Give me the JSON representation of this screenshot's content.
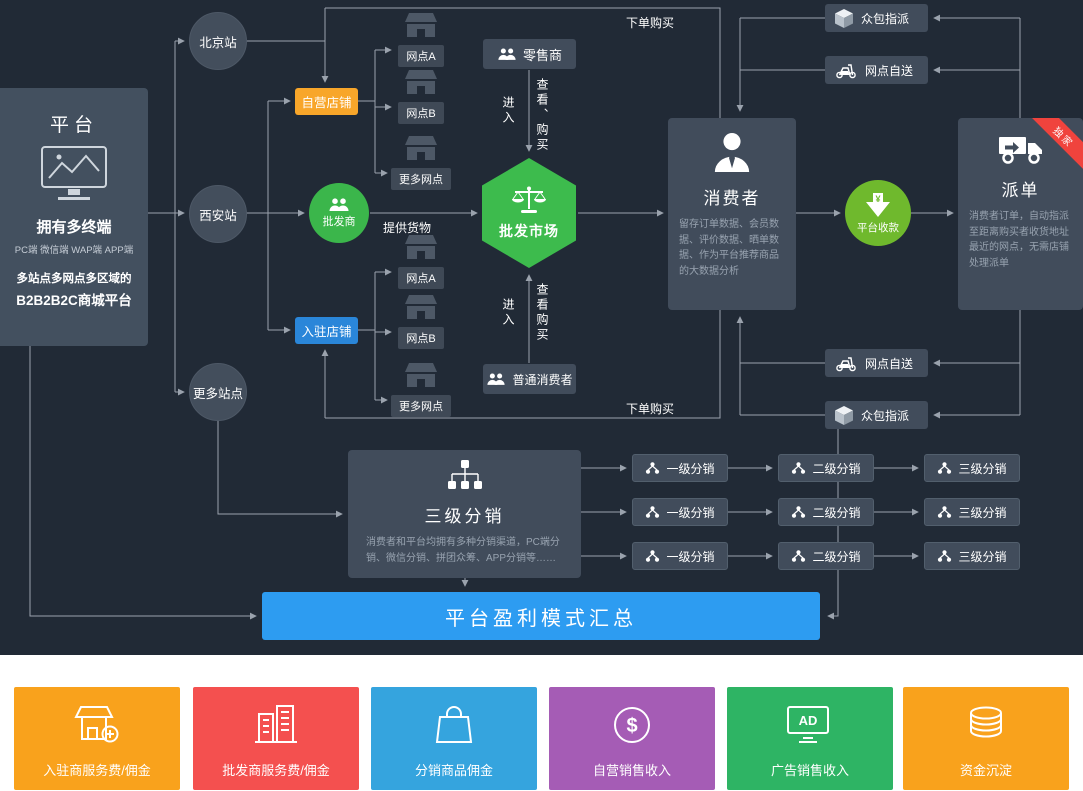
{
  "colors": {
    "bg_dark": "#212a36",
    "box_slate": "#414c5b",
    "orange": "#f8a62a",
    "blue": "#2a86d9",
    "green": "#3bb64b",
    "lime": "#6fb92d",
    "banner_blue": "#2d9cf1",
    "ribbon_red": "#f0433d",
    "line_gray": "#9aa2ad"
  },
  "platform": {
    "title": "平台",
    "subtitle": "拥有多终端",
    "terminals": "PC端 微信端 WAP端 APP端",
    "desc1": "多站点多网点多区域的",
    "desc2": "B2B2B2C商城平台"
  },
  "stations": [
    {
      "label": "北京站"
    },
    {
      "label": "西安站"
    },
    {
      "label": "更多站点"
    }
  ],
  "self_shop": {
    "label": "自营店铺"
  },
  "settled_shop": {
    "label": "入驻店铺"
  },
  "outlets_top": [
    {
      "label": "网点A"
    },
    {
      "label": "网点B"
    },
    {
      "label": "更多网点"
    }
  ],
  "outlets_bottom": [
    {
      "label": "网点A"
    },
    {
      "label": "网点B"
    },
    {
      "label": "更多网点"
    }
  ],
  "wholesaler": {
    "label": "批发商"
  },
  "market": {
    "label": "批发市场"
  },
  "retailer": {
    "label": "零售商"
  },
  "ordinary_consumer": {
    "label": "普通消费者"
  },
  "flow_labels": {
    "supply": "提供货物",
    "order_top": "下单购买",
    "order_bottom": "下单购买",
    "enter_top": "进入",
    "enter_bottom": "进入",
    "view_buy_top": "查看、购买",
    "view_buy_bottom": "查看购买"
  },
  "consumer": {
    "title": "消费者",
    "desc": "留存订单数据、会员数据、评价数据、晒单数据、作为平台推荐商品的大数据分析"
  },
  "collection": {
    "label": "平台收款"
  },
  "dispatch": {
    "title": "派单",
    "ribbon": "独家",
    "desc": "消费者订单，自动指派至距离购买者收货地址最近的网点，无需店铺处理派单"
  },
  "delivery_top": [
    {
      "label": "众包指派"
    },
    {
      "label": "网点自送"
    }
  ],
  "delivery_bottom": [
    {
      "label": "网点自送"
    },
    {
      "label": "众包指派"
    }
  ],
  "distribution": {
    "title": "三级分销",
    "desc": "消费者和平台均拥有多种分销渠道，PC端分销、微信分销、拼团众筹、APP分销等……"
  },
  "chain_rows": [
    {
      "levels": [
        {
          "label": "一级分销"
        },
        {
          "label": "二级分销"
        },
        {
          "label": "三级分销"
        }
      ]
    },
    {
      "levels": [
        {
          "label": "一级分销"
        },
        {
          "label": "二级分销"
        },
        {
          "label": "三级分销"
        }
      ]
    },
    {
      "levels": [
        {
          "label": "一级分销"
        },
        {
          "label": "二级分销"
        },
        {
          "label": "三级分销"
        }
      ]
    }
  ],
  "banner": {
    "label": "平台盈利模式汇总"
  },
  "profit_cards": [
    {
      "label": "入驻商服务费/佣金",
      "color": "#f9a21c",
      "icon": "storefront-plus-icon"
    },
    {
      "label": "批发商服务费/佣金",
      "color": "#f4504f",
      "icon": "building-icon"
    },
    {
      "label": "分销商品佣金",
      "color": "#35a4de",
      "icon": "shopping-bag-icon"
    },
    {
      "label": "自营销售收入",
      "color": "#a55cb5",
      "icon": "dollar-icon"
    },
    {
      "label": "广告销售收入",
      "color": "#2eb464",
      "icon": "ad-monitor-icon"
    },
    {
      "label": "资金沉淀",
      "color": "#f9a21c",
      "icon": "coins-icon"
    }
  ]
}
